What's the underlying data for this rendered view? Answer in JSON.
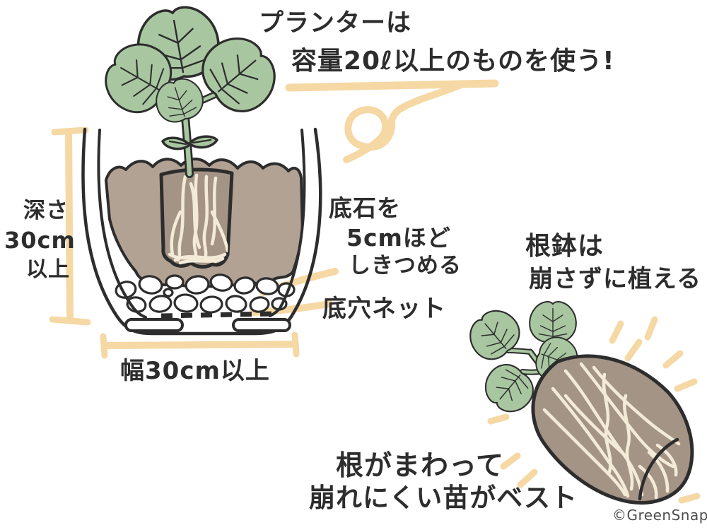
{
  "title": {
    "line1": "プランターは",
    "line2": "容量20ℓ以上のものを使う!"
  },
  "planter": {
    "depth_label": {
      "lines": [
        "深さ",
        "30cm",
        "以上"
      ]
    },
    "width_label": "幅30cm以上",
    "bottom_stone_label": {
      "lines": [
        "底石を",
        "5cmほど",
        "しきつめる"
      ]
    },
    "net_label": "底穴ネット"
  },
  "rootball": {
    "label_line1": "根鉢は",
    "label_line2": "崩さずに植える",
    "note_line1": "根がまわって",
    "note_line2": "崩れにくい苗がベスト"
  },
  "credit": "©GreenSnap",
  "colors": {
    "ink": "#2d2d2d",
    "accent": "#f6d8a4",
    "soil": "#b2a294",
    "rootball": "#a49486",
    "roots": "#f3ebd7",
    "leaf": "#a8c7a0",
    "stone": "#ffffff",
    "credit": "#4d4d4d",
    "background": "#ffffff"
  }
}
